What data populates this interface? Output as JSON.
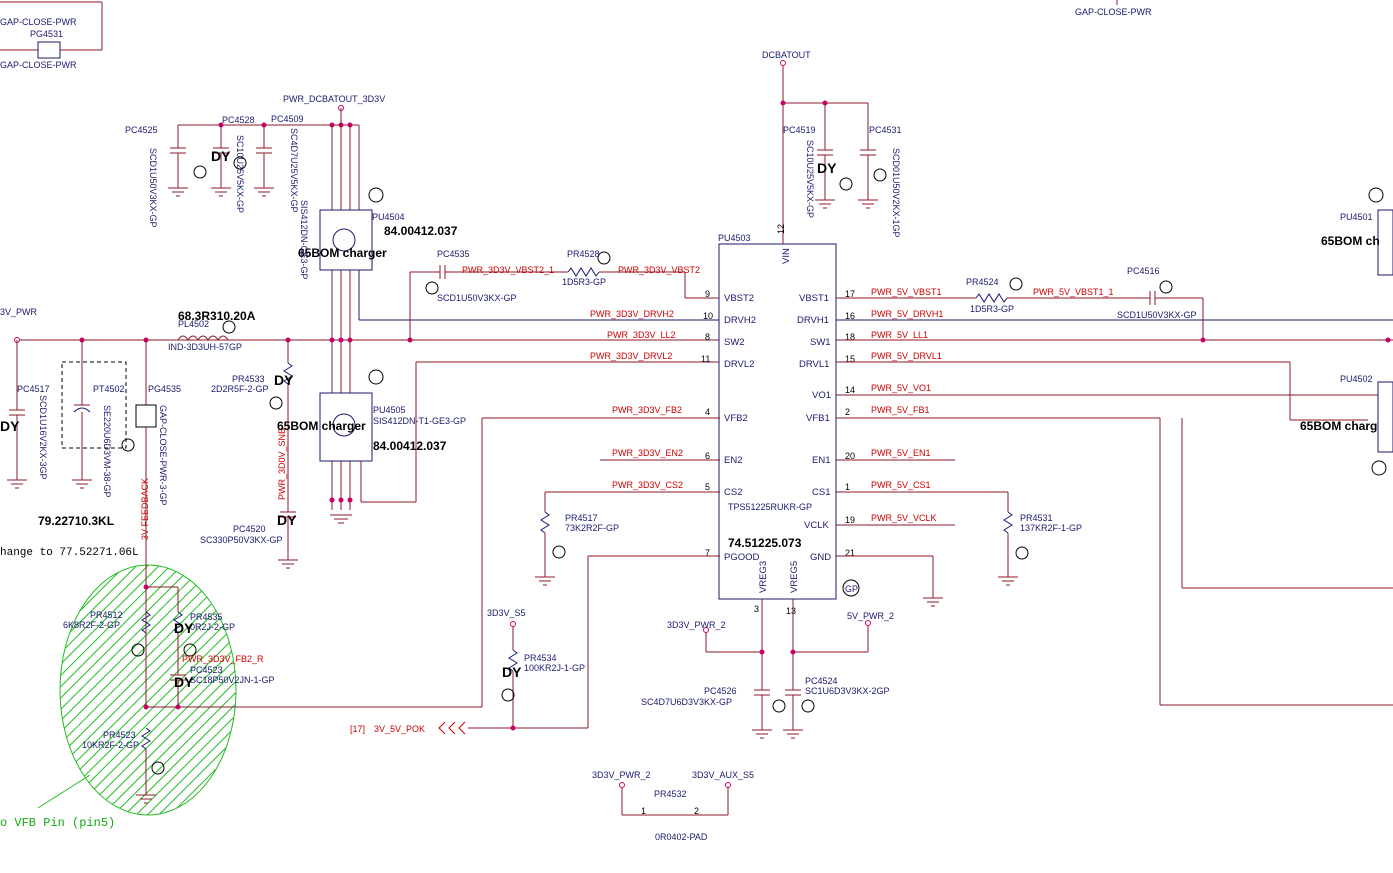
{
  "labels": {
    "gap_close_pwr_top_left": "GAP-CLOSE-PWR",
    "pg4531": "PG4531",
    "gap_close_pwr_left_2": "GAP-CLOSE-PWR",
    "gap_close_pwr_top_right": "GAP-CLOSE-PWR",
    "dcbatout": "DCBATOUT",
    "pwr_dcbatout_3d3v": "PWR_DCBATOUT_3D3V",
    "pc4525": "PC4525",
    "pc4528": "PC4528",
    "pc4509": "PC4509",
    "pc4519": "PC4519",
    "pc4531": "PC4531",
    "pc4525_val": "SCD1U50V3KX-GP",
    "pc4528_val": "SC10U25V5KX-GP",
    "pc4509_val": "SC4D7U25V5KX-GP",
    "pc4519_val": "SC10U25V5KX-GP",
    "pc4531_val": "SCD01U50V2KX-1GP",
    "sis412dn": "SIS412DN-GE3-GP",
    "pu4504": "PU4504",
    "pu4504_code": "84.00412.037",
    "bom_charger_1": "65BOM charger",
    "pu4501": "PU4501",
    "bom_charger_r1": "65BOM ch",
    "pc4535": "PC4535",
    "pc4535_val": "SCD1U50V3KX-GP",
    "pr4528": "PR4528",
    "pr4528_val": "1D5R3-GP",
    "pr4524": "PR4524",
    "pr4524_val": "1D5R3-GP",
    "pc4516": "PC4516",
    "pc4516_val": "SCD1U50V3KX-GP",
    "pu4503": "PU4503",
    "v3_pwr": "3V_PWR",
    "pl4502_code": "68.3R310.20A",
    "pl4502": "PL4502",
    "pl4502_val": "IND-3D3UH-57GP",
    "pr4533": "PR4533",
    "pr4533_val": "2D2R5F-2-GP",
    "pu4505": "PU4505",
    "pu4505_val": "SIS412DN-T1-GE3-GP",
    "bom_charger_2": "65BOM charger",
    "pu4505_code": "84.00412.037",
    "pu4502": "PU4502",
    "bom_charger_r2": "65BOM charg",
    "pc4517": "PC4517",
    "pt4502": "PT4502",
    "pg4535": "PG4535",
    "pc4517_val": "SCD1U16V2KX-3GP",
    "pt4502_val": "SE220U6D3VM-38-GP",
    "pg4535_val": "GAP-CLOSE-PWR-3-GP",
    "code_79": "79.22710.3KL",
    "change_note": "hange to 77.52271.06L",
    "feedback_3v": "3V FEEDBACK",
    "pwr_3d0v_snb": "PWR_3D0V_SNB",
    "pc4520": "PC4520",
    "pc4520_val": "SC330P50V3KX-GP",
    "pr4517": "PR4517",
    "pr4517_val": "73K2R2F-GP",
    "pr4531": "PR4531",
    "pr4531_val": "137KR2F-1-GP",
    "pu4503_val": "TPS51225RUKR-GP",
    "pu4503_code": "74.51225.073",
    "gp_mark": "GP",
    "pr4512": "PR4512",
    "pr4512_val": "6K8R2F-2-GP",
    "pr4535": "PR4535",
    "pr4535_val": "0R2J-2-GP",
    "pwr_3d3v_fb2_r": "PWR_3D3V_FB2_R",
    "pc4523": "PC4523",
    "pc4523_val": "SC18P50V2JN-1-GP",
    "pr4523": "PR4523",
    "pr4523_val": "10KR2F-2-GP",
    "vfb_note": "o VFB Pin (pin5)",
    "v3d3_s5": "3D3V_S5",
    "pr4534": "PR4534",
    "pr4534_val": "100KR2J-1-GP",
    "ref_17": "[17]",
    "v3_5v_pok": "3V_5V_POK",
    "v3d3_pwr_2": "3D3V_PWR_2",
    "v5_pwr_2": "5V_PWR_2",
    "pc4526": "PC4526",
    "pc4526_val": "SC4D7U6D3V3KX-GP",
    "pc4524": "PC4524",
    "pc4524_val": "SC1U6D3V3KX-2GP",
    "v3d3_pwr_2b": "3D3V_PWR_2",
    "v3d3_aux_s5": "3D3V_AUX_S5",
    "pr4532": "PR4532",
    "pr4532_val": "0R0402-PAD",
    "pin1": "1",
    "pin2": "2"
  },
  "nets": {
    "vbst2": "PWR_3D3V_VBST2_1",
    "vbst2b": "PWR_3D3V_VBST2",
    "drvh2": "PWR_3D3V_DRVH2",
    "ll2": "PWR_3D3V_LL2",
    "drvl2": "PWR_3D3V_DRVL2",
    "fb2": "PWR_3D3V_FB2",
    "en2": "PWR_3D3V_EN2",
    "cs2": "PWR_3D3V_CS2",
    "vbst1": "PWR_5V_VBST1",
    "vbst1b": "PWR_5V_VBST1_1",
    "drvh1": "PWR_5V_DRVH1",
    "ll1": "PWR_5V_LL1",
    "drvl1": "PWR_5V_DRVL1",
    "vo1": "PWR_5V_VO1",
    "fb1": "PWR_5V_FB1",
    "en1": "PWR_5V_EN1",
    "cs1": "PWR_5V_CS1",
    "vclk": "PWR_5V_VCLK"
  },
  "ic_pins_left": [
    {
      "num": "9",
      "name": "VBST2"
    },
    {
      "num": "10",
      "name": "DRVH2"
    },
    {
      "num": "8",
      "name": "SW2"
    },
    {
      "num": "11",
      "name": "DRVL2"
    },
    {
      "num": "4",
      "name": "VFB2"
    },
    {
      "num": "6",
      "name": "EN2"
    },
    {
      "num": "5",
      "name": "CS2"
    },
    {
      "num": "7",
      "name": "PGOOD"
    }
  ],
  "ic_pins_right": [
    {
      "num": "17",
      "name": "VBST1"
    },
    {
      "num": "16",
      "name": "DRVH1"
    },
    {
      "num": "18",
      "name": "SW1"
    },
    {
      "num": "15",
      "name": "DRVL1"
    },
    {
      "num": "14",
      "name": "VO1"
    },
    {
      "num": "2",
      "name": "VFB1"
    },
    {
      "num": "20",
      "name": "EN1"
    },
    {
      "num": "1",
      "name": "CS1"
    },
    {
      "num": "19",
      "name": "VCLK"
    },
    {
      "num": "21",
      "name": "GND"
    }
  ],
  "ic_pins_other": {
    "vin": "VIN",
    "vin_num": "12",
    "vreg3": "VREG3",
    "vreg3_num": "3",
    "vreg5": "VREG5",
    "vreg5_num": "13"
  },
  "dy_mark": "DY",
  "colors": {
    "wire": "#8b1a2a",
    "net_label": "#cc0000",
    "ref": "#1a1a6e",
    "hatch": "#22bb22"
  }
}
